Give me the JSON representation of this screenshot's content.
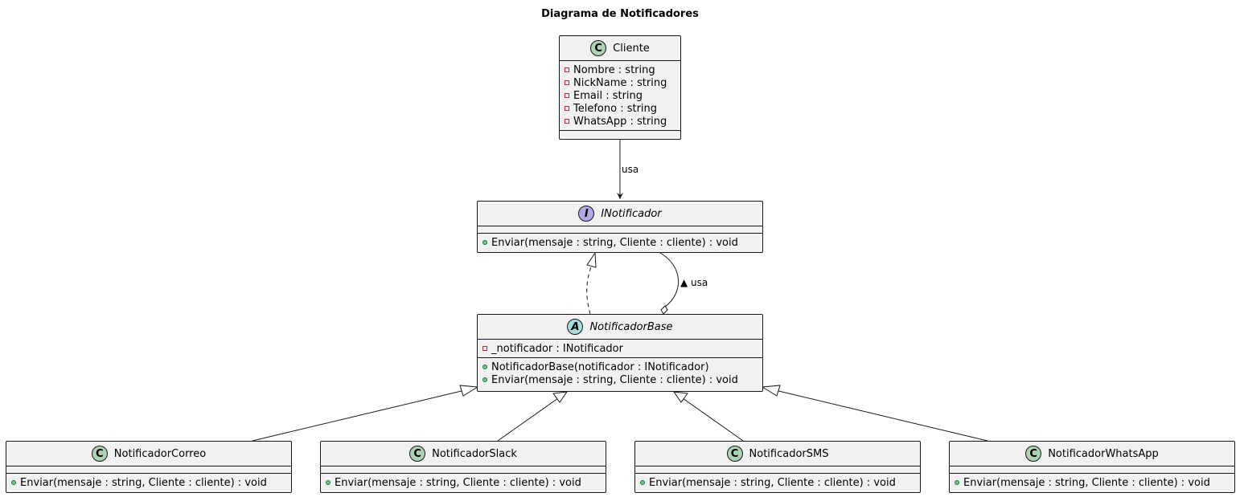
{
  "title": "Diagrama de Notificadores",
  "classes": {
    "cliente": {
      "name": "Cliente",
      "stereotype": "C",
      "attributes": [
        {
          "visibility": "-",
          "text": "Nombre : string"
        },
        {
          "visibility": "-",
          "text": "NickName : string"
        },
        {
          "visibility": "-",
          "text": "Email : string"
        },
        {
          "visibility": "-",
          "text": "Telefono : string"
        },
        {
          "visibility": "-",
          "text": "WhatsApp : string"
        }
      ],
      "methods": []
    },
    "inotificador": {
      "name": "INotificador",
      "stereotype": "I",
      "attributes": [],
      "methods": [
        {
          "visibility": "+",
          "text": "Enviar(mensaje : string, Cliente : cliente) : void"
        }
      ]
    },
    "notificadorbase": {
      "name": "NotificadorBase",
      "stereotype": "A",
      "attributes": [
        {
          "visibility": "-",
          "text": "_notificador : INotificador"
        }
      ],
      "methods": [
        {
          "visibility": "+",
          "text": "NotificadorBase(notificador : INotificador)"
        },
        {
          "visibility": "+",
          "text": "Enviar(mensaje : string, Cliente : cliente) : void"
        }
      ]
    },
    "correo": {
      "name": "NotificadorCorreo",
      "stereotype": "C",
      "attributes": [],
      "methods": [
        {
          "visibility": "+",
          "text": "Enviar(mensaje : string, Cliente : cliente) : void"
        }
      ]
    },
    "slack": {
      "name": "NotificadorSlack",
      "stereotype": "C",
      "attributes": [],
      "methods": [
        {
          "visibility": "+",
          "text": "Enviar(mensaje : string, Cliente : cliente) : void"
        }
      ]
    },
    "sms": {
      "name": "NotificadorSMS",
      "stereotype": "C",
      "attributes": [],
      "methods": [
        {
          "visibility": "+",
          "text": "Enviar(mensaje : string, Cliente : cliente) : void"
        }
      ]
    },
    "whatsapp": {
      "name": "NotificadorWhatsApp",
      "stereotype": "C",
      "attributes": [],
      "methods": [
        {
          "visibility": "+",
          "text": "Enviar(mensaje : string, Cliente : cliente) : void"
        }
      ]
    }
  },
  "relations": {
    "cliente_uses": {
      "label": "usa"
    },
    "base_uses": {
      "label": "▲ usa"
    }
  },
  "colors": {
    "class_bg": "#f1f1f1",
    "border": "#181818",
    "class_badge": "#add1b2",
    "interface_badge": "#b4a7e5",
    "abstract_badge": "#a9dcdf",
    "private_marker": "#c82930",
    "public_marker": "#84be84"
  }
}
